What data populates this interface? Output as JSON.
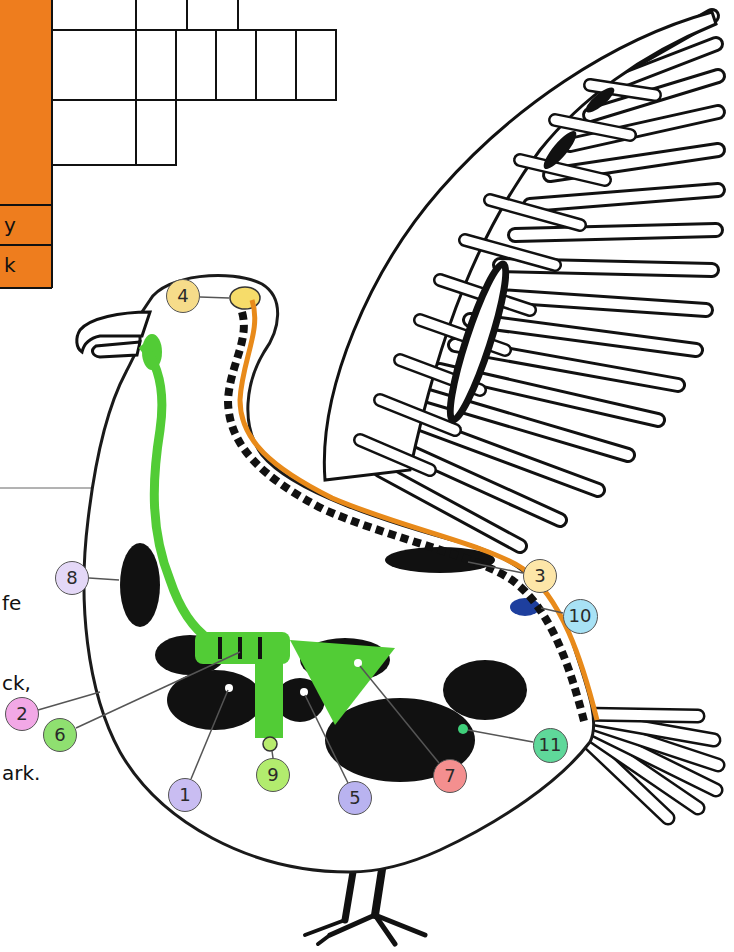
{
  "diagram": {
    "nodes": [
      {
        "text": [
          "4"
        ]
      },
      {
        "text": [
          "8"
        ]
      },
      {
        "text": [
          "3"
        ]
      },
      {
        "text": [
          "10"
        ]
      },
      {
        "text": [
          "2"
        ]
      },
      {
        "text": [
          "6"
        ]
      },
      {
        "text": [
          "11"
        ]
      },
      {
        "text": [
          "9"
        ]
      },
      {
        "text": [
          "7"
        ]
      },
      {
        "text": [
          "1"
        ]
      },
      {
        "text": [
          "5"
        ]
      }
    ],
    "labels": [
      "y",
      "k",
      "fe",
      "ck,",
      "ark."
    ]
  }
}
